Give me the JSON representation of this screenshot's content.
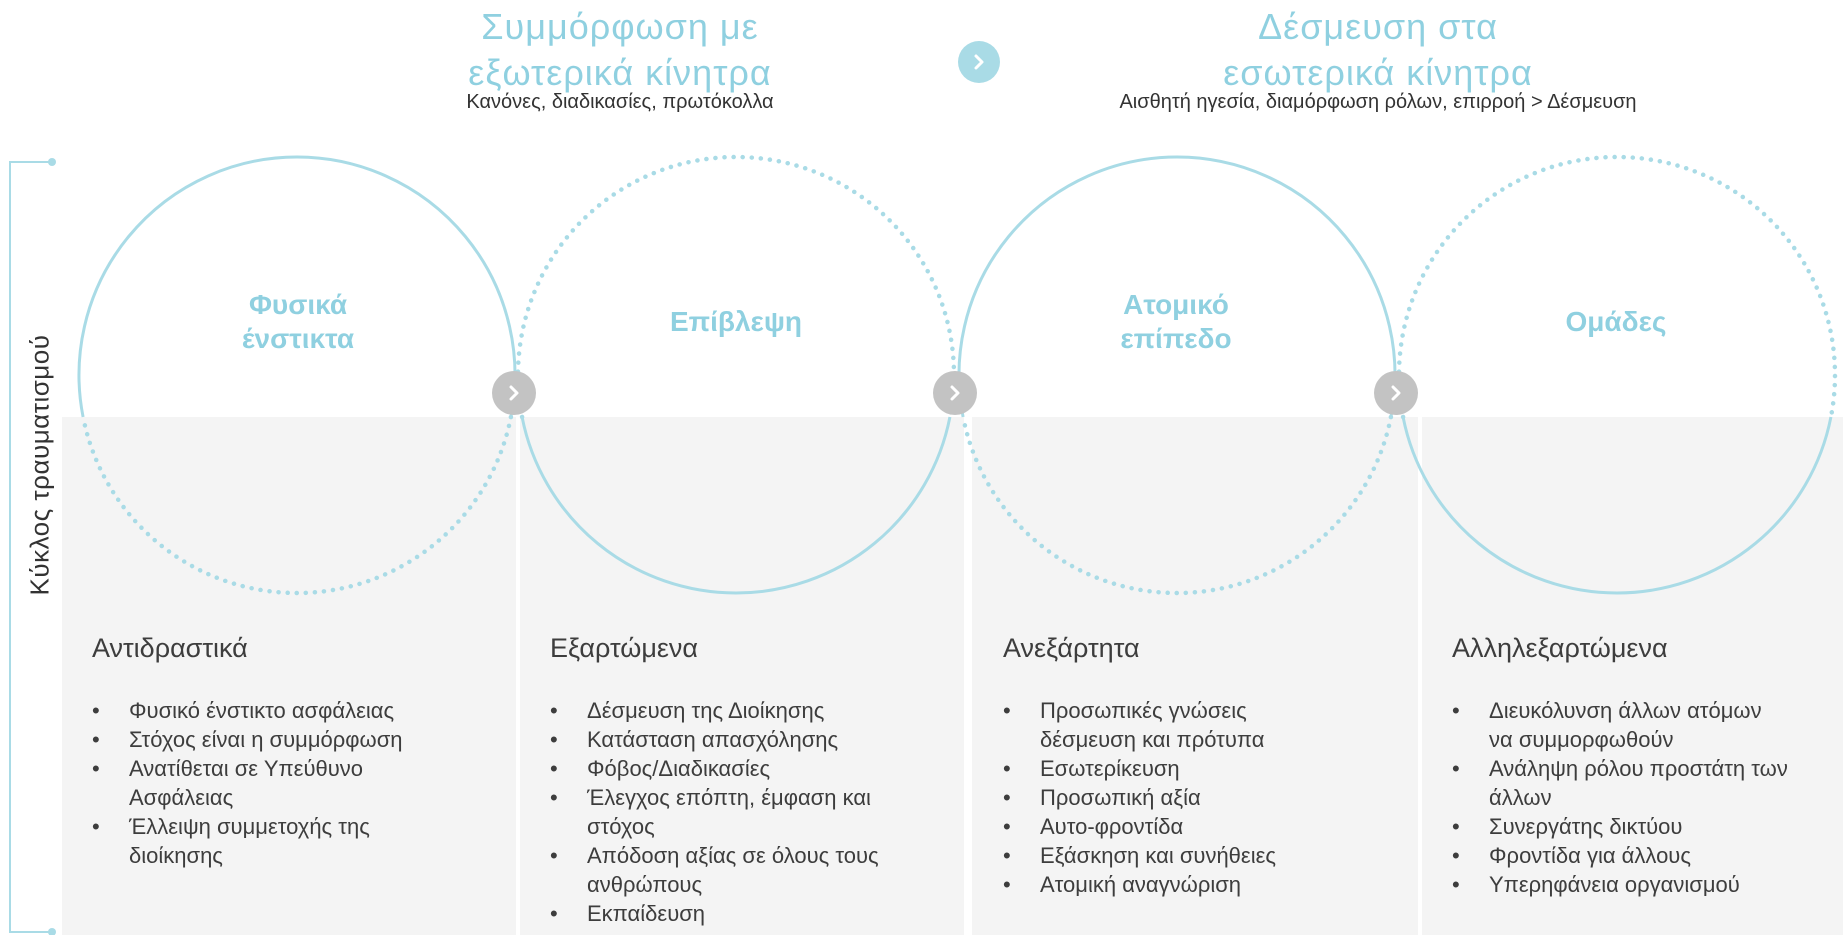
{
  "colors": {
    "circle": "#a9dbe6",
    "label": "#8fd0e0",
    "arrow_grey": "#c3c3c3",
    "arrow_blue": "#a9dbe6",
    "line_gradient": [
      "#7a2535",
      "#8a6a45",
      "#9acb55",
      "#a6d9e2",
      "#a9dbe6"
    ]
  },
  "header": {
    "left": {
      "title_line1": "Συμμόρφωση με",
      "title_line2": "εξωτερικά κίνητρα",
      "subtitle": "Κανόνες, διαδικασίες, πρωτόκολλα"
    },
    "arrow_icon": "chevron-right-icon",
    "right": {
      "title_line1": "Δέσμευση στα",
      "title_line2": "εσωτερικά κίνητρα",
      "subtitle": "Αισθητή ηγεσία, διαμόρφωση ρόλων, επιρροή > Δέσμευση"
    }
  },
  "side_label": "Κύκλος τραυματισμού",
  "circles": [
    {
      "line1": "Φυσικά",
      "line2": "ένστικτα"
    },
    {
      "line1": "Επίβλεψη",
      "line2": ""
    },
    {
      "line1": "Ατομικό",
      "line2": "επίπεδο"
    },
    {
      "line1": "Ομάδες",
      "line2": ""
    }
  ],
  "columns": [
    {
      "title": "Αντιδραστικά",
      "items": [
        [
          "Φυσικό ένστικτο ασφάλειας"
        ],
        [
          "Στόχος είναι η συμμόρφωση"
        ],
        [
          "Ανατίθεται σε Υπεύθυνο",
          "Ασφάλειας"
        ],
        [
          "Έλλειψη συμμετοχής της",
          "διοίκησης"
        ]
      ]
    },
    {
      "title": "Εξαρτώμενα",
      "items": [
        [
          "Δέσμευση της Διοίκησης"
        ],
        [
          "Κατάσταση απασχόλησης"
        ],
        [
          "Φόβος/Διαδικασίες"
        ],
        [
          "Έλεγχος επόπτη, έμφαση και",
          "στόχος"
        ],
        [
          "Απόδοση αξίας σε όλους τους",
          "ανθρώπους"
        ],
        [
          "Εκπαίδευση"
        ]
      ]
    },
    {
      "title": "Ανεξάρτητα",
      "items": [
        [
          "Προσωπικές γνώσεις",
          "δέσμευση και πρότυπα"
        ],
        [
          "Εσωτερίκευση"
        ],
        [
          "Προσωπική αξία"
        ],
        [
          "Αυτο-φροντίδα"
        ],
        [
          "Εξάσκηση και συνήθειες"
        ],
        [
          "Ατομική αναγνώριση"
        ]
      ]
    },
    {
      "title": "Αλληλεξαρτώμενα",
      "items": [
        [
          "Διευκόλυνση άλλων ατόμων",
          "να συμμορφωθούν"
        ],
        [
          "Ανάληψη ρόλου προστάτη των",
          "άλλων"
        ],
        [
          "Συνεργάτης δικτύου"
        ],
        [
          "Φροντίδα για άλλους"
        ],
        [
          "Υπερηφάνεια οργανισμού"
        ]
      ]
    }
  ]
}
